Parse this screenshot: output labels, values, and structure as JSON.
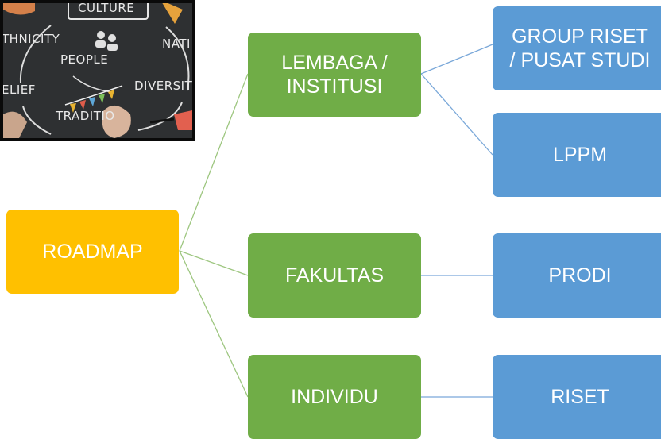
{
  "photo": {
    "words": [
      "CULTURE",
      "THNICITY",
      "PEOPLE",
      "NATI",
      "ELIEF",
      "DIVERSIT",
      "TRADITIO"
    ]
  },
  "nodes": {
    "root": "ROADMAP",
    "lembaga": "LEMBAGA /\nINSTITUSI",
    "fakultas": "FAKULTAS",
    "individu": "INDIVIDU",
    "group_riset": "GROUP RISET\n/ PUSAT STUDI",
    "lppm": "LPPM",
    "prodi": "PRODI",
    "riset": "RISET"
  },
  "colors": {
    "root": "#ffc000",
    "level1": "#70ad47",
    "level2": "#5b9bd5",
    "connector_root": "#9dc67f",
    "connector_l1": "#7aa8d9"
  }
}
